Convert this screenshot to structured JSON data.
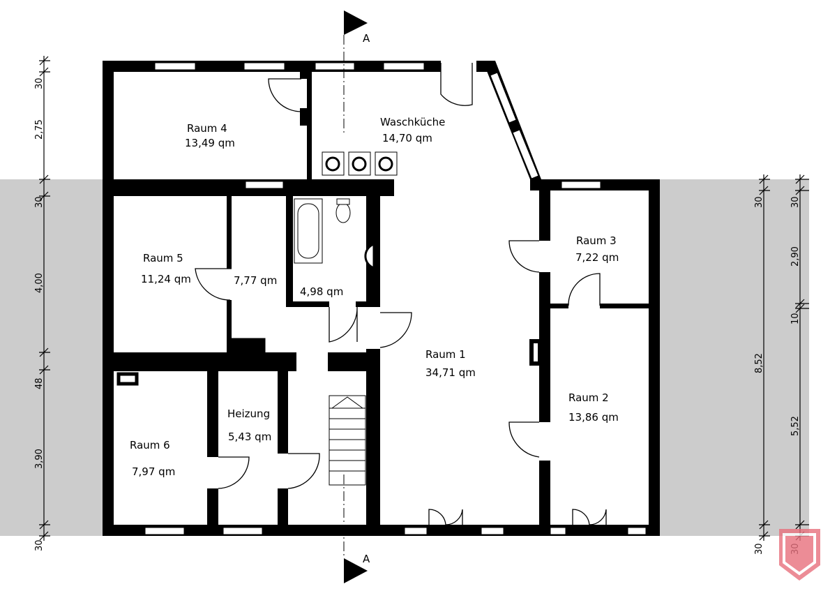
{
  "rooms": [
    {
      "name": "Raum 4",
      "area": "13,49 qm"
    },
    {
      "name": "Waschküche",
      "area": "14,70 qm"
    },
    {
      "name": "Raum 5",
      "area": "11,24 qm"
    },
    {
      "name": "",
      "area": "7,77 qm"
    },
    {
      "name": "",
      "area": "4,98 qm"
    },
    {
      "name": "Raum 3",
      "area": "7,22 qm"
    },
    {
      "name": "Raum 1",
      "area": "34,71 qm"
    },
    {
      "name": "Raum 2",
      "area": "13,86 qm"
    },
    {
      "name": "Heizung",
      "area": "5,43 qm"
    },
    {
      "name": "Raum 6",
      "area": "7,97 qm"
    }
  ],
  "section_marker": "A",
  "dimensions_left": [
    "30",
    "2,75",
    "30",
    "4,00",
    "48",
    "3,90",
    "30"
  ],
  "dimensions_right_outer": [
    "30",
    "8,52",
    "30"
  ],
  "dimensions_right_inner": [
    "30",
    "2,90",
    "10",
    "5,52",
    "30"
  ],
  "colors": {
    "wall": "#000000",
    "ground": "#cccccc",
    "logo": "#e8707d"
  }
}
